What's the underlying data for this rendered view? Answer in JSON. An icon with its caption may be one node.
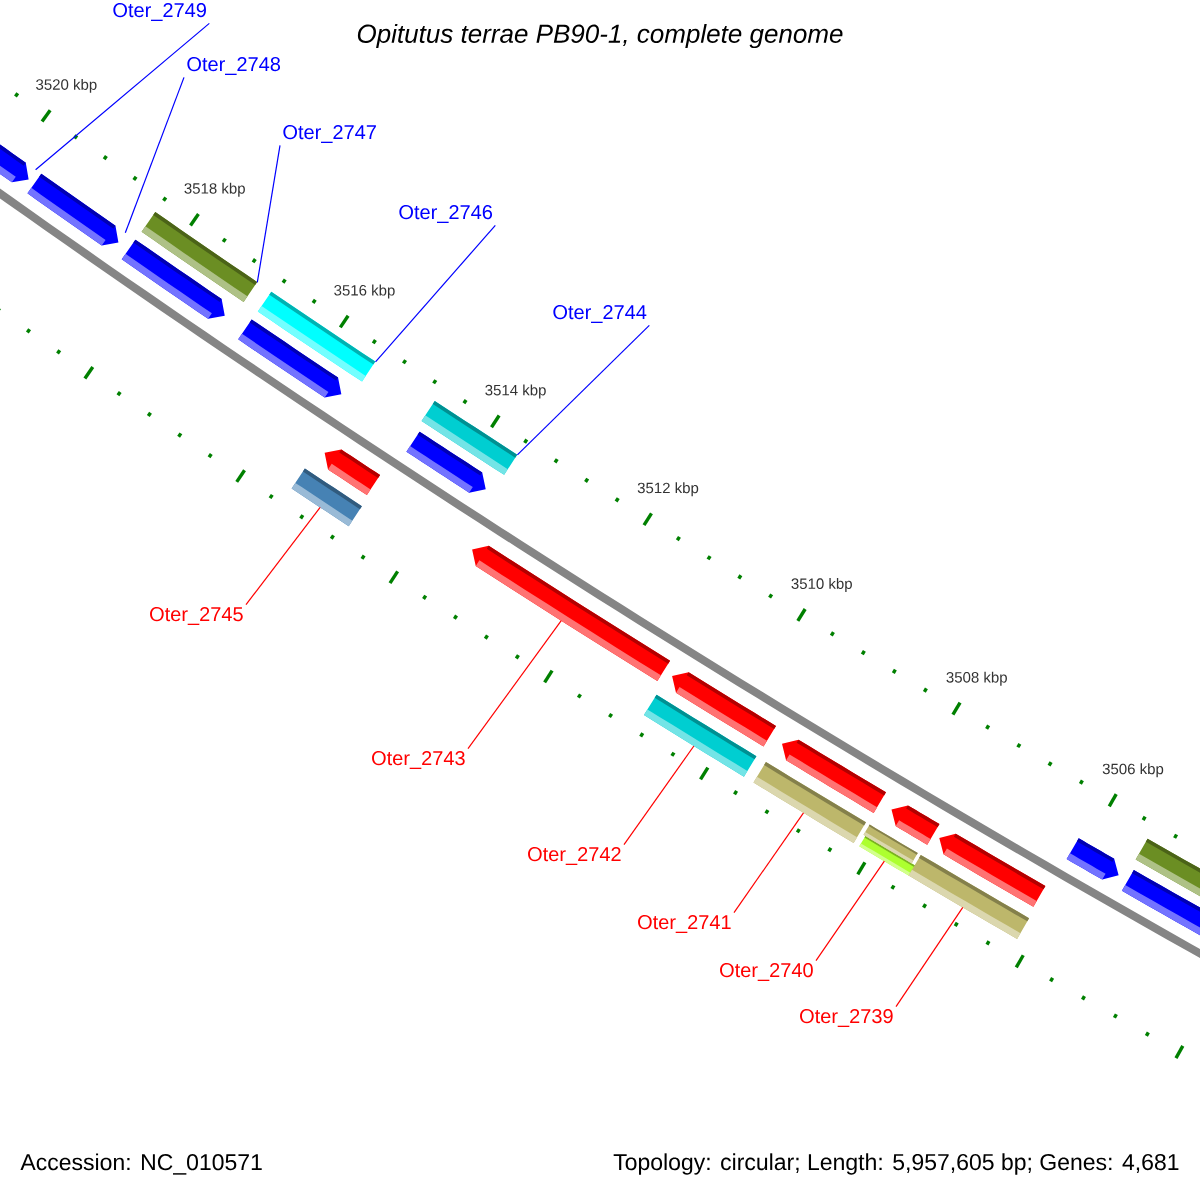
{
  "diagram": {
    "title": "Opitutus terrae PB90-1, complete genome",
    "nodes": [
      {
        "text": [
          "Oter_2749"
        ]
      },
      {
        "text": [
          "Oter_2748"
        ]
      },
      {
        "text": [
          "Oter_2747"
        ]
      },
      {
        "text": [
          "Oter_2746"
        ]
      },
      {
        "text": [
          "Oter_2744"
        ]
      },
      {
        "text": [
          "Oter_2745"
        ]
      },
      {
        "text": [
          "Oter_2743"
        ]
      },
      {
        "text": [
          "Oter_2742"
        ]
      },
      {
        "text": [
          "Oter_2741"
        ]
      },
      {
        "text": [
          "Oter_2740"
        ]
      },
      {
        "text": [
          "Oter_2739"
        ]
      },
      {
        "text": [],
        "shape": "bar"
      },
      {
        "text": [],
        "shape": "bar"
      },
      {
        "text": [],
        "shape": "bar"
      },
      {
        "text": [],
        "shape": "bar"
      },
      {
        "text": [],
        "shape": "bar"
      },
      {
        "text": [],
        "shape": "bar"
      },
      {
        "text": [],
        "shape": "bar"
      },
      {
        "text": [],
        "shape": "bar"
      },
      {
        "text": [],
        "shape": "bar"
      },
      {
        "text": [],
        "shape": "bar"
      },
      {
        "text": [],
        "shape": "bar"
      },
      {
        "text": [],
        "shape": "bar"
      },
      {
        "text": [],
        "shape": "bar"
      },
      {
        "text": [],
        "shape": "bar"
      },
      {
        "text": [],
        "shape": "bar"
      },
      {
        "text": [],
        "shape": "bar"
      },
      {
        "text": [],
        "shape": "bar"
      },
      {
        "text": [],
        "shape": "bar"
      },
      {
        "text": [],
        "shape": "bar"
      },
      {
        "text": [],
        "shape": "bar"
      },
      {
        "text": [],
        "shape": "bar"
      },
      {
        "text": [],
        "shape": "bar"
      },
      {
        "text": [],
        "shape": "bar"
      }
    ],
    "edges": [
      {
        "from": 0,
        "to": 11,
        "arrow": "none",
        "color": "#0000ff"
      },
      {
        "from": 1,
        "to": 12,
        "arrow": "none",
        "color": "#0000ff"
      },
      {
        "from": 2,
        "to": 14,
        "arrow": "none",
        "color": "#0000ff"
      },
      {
        "from": 3,
        "to": 16,
        "arrow": "none",
        "color": "#0000ff"
      },
      {
        "from": 4,
        "to": 20,
        "arrow": "none",
        "color": "#0000ff"
      },
      {
        "from": 5,
        "to": 17,
        "arrow": "none"
      },
      {
        "from": 6,
        "to": 21,
        "arrow": "none"
      },
      {
        "from": 7,
        "to": 22,
        "arrow": "none"
      },
      {
        "from": 8,
        "to": 24,
        "arrow": "none"
      },
      {
        "from": 9,
        "to": 26,
        "arrow": "none"
      },
      {
        "from": 10,
        "to": 29,
        "arrow": "none"
      }
    ],
    "labels": [
      "3520 kbp",
      "3518 kbp",
      "3516 kbp",
      "3514 kbp",
      "3512 kbp",
      "3510 kbp",
      "3508 kbp",
      "3506 kbp",
      "Accession: NC_010571",
      "Topology: circular; Length: 5,957,605 bp; Genes: 4,681"
    ]
  }
}
